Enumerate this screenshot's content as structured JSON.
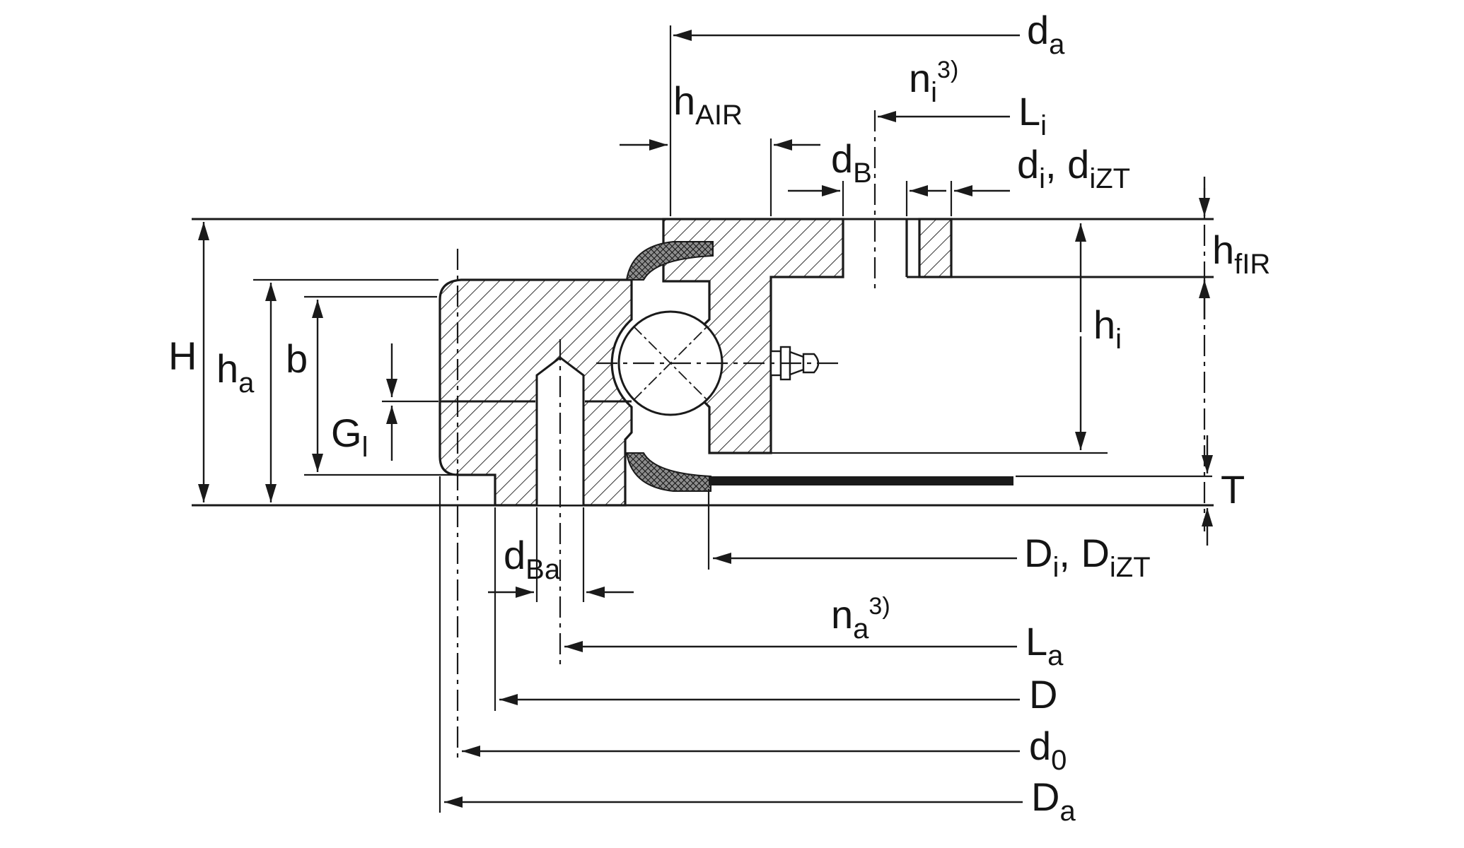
{
  "diagram": {
    "kind": "bearing-cross-section-dimension-drawing",
    "colors": {
      "line": "#1a1a1a",
      "background": "#ffffff",
      "seal": "#555555"
    },
    "parts": [
      "outer-ring",
      "inner-ring",
      "ball",
      "top-seal",
      "bottom-seal",
      "grease-nipple",
      "mounting-bolt-hole-outer",
      "mounting-bolt-hole-inner",
      "support-shim"
    ]
  },
  "labels": {
    "da": {
      "name": "raceway-diameter",
      "parts": [
        {
          "t": "d"
        },
        {
          "s": "a"
        }
      ]
    },
    "ni": {
      "name": "number-of-holes-inner",
      "parts": [
        {
          "t": "n"
        },
        {
          "s": "i"
        },
        {
          "p": "3)"
        }
      ]
    },
    "li": {
      "name": "pitch-circle-inner",
      "parts": [
        {
          "t": "L"
        },
        {
          "s": "i"
        }
      ]
    },
    "hair": {
      "name": "height-air",
      "parts": [
        {
          "t": "h"
        },
        {
          "s": "AIR"
        }
      ]
    },
    "db": {
      "name": "bolt-hole-diameter",
      "parts": [
        {
          "t": "d"
        },
        {
          "s": "B"
        }
      ]
    },
    "di_dizt": {
      "name": "inner-diameters",
      "parts": [
        {
          "t": "d"
        },
        {
          "s": "i"
        },
        {
          "t": ", d"
        },
        {
          "s": "iZT"
        }
      ]
    },
    "hfir": {
      "name": "flange-height-inner-ring",
      "parts": [
        {
          "t": "h"
        },
        {
          "s": "fIR"
        }
      ]
    },
    "hi": {
      "name": "height-inner-ring",
      "parts": [
        {
          "t": "h"
        },
        {
          "s": "i"
        }
      ]
    },
    "H": {
      "name": "total-height",
      "parts": [
        {
          "t": "H"
        }
      ]
    },
    "ha": {
      "name": "height-outer-ring",
      "parts": [
        {
          "t": "h"
        },
        {
          "s": "a"
        }
      ]
    },
    "b": {
      "name": "width-b",
      "parts": [
        {
          "t": "b"
        }
      ]
    },
    "gl": {
      "name": "grease-groove-position",
      "parts": [
        {
          "t": "G"
        },
        {
          "s": "l"
        }
      ]
    },
    "dba": {
      "name": "outer-bolt-hole-diameter",
      "parts": [
        {
          "t": "d"
        },
        {
          "s": "Ba"
        }
      ]
    },
    "T": {
      "name": "shim-thickness",
      "parts": [
        {
          "t": "T"
        }
      ]
    },
    "Di_DiZT": {
      "name": "inner-ring-bore-diameters",
      "parts": [
        {
          "t": "D"
        },
        {
          "s": "i"
        },
        {
          "t": ", D"
        },
        {
          "s": "iZT"
        }
      ]
    },
    "na": {
      "name": "number-of-holes-outer",
      "parts": [
        {
          "t": "n"
        },
        {
          "s": "a"
        },
        {
          "p": "3)"
        }
      ]
    },
    "la": {
      "name": "pitch-circle-outer",
      "parts": [
        {
          "t": "L"
        },
        {
          "s": "a"
        }
      ]
    },
    "D": {
      "name": "diameter-D",
      "parts": [
        {
          "t": "D"
        }
      ]
    },
    "d0": {
      "name": "diameter-d0",
      "parts": [
        {
          "t": "d"
        },
        {
          "s": "0"
        }
      ]
    },
    "Da": {
      "name": "outer-ring-outside-diameter",
      "parts": [
        {
          "t": "D"
        },
        {
          "s": "a"
        }
      ]
    }
  }
}
